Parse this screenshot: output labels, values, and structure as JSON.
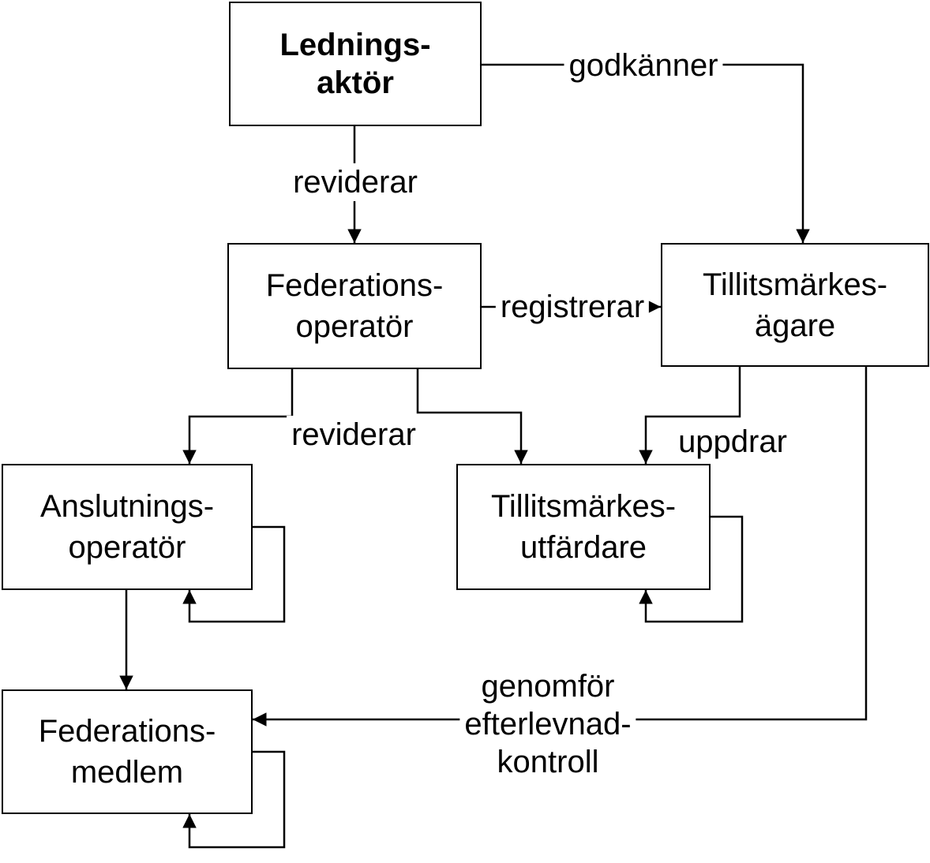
{
  "diagram": {
    "title": "Federation roles diagram",
    "colors": {
      "line": "#000000",
      "background": "#ffffff",
      "box_fill": "#ffffff",
      "text": "#000000"
    },
    "nodes": {
      "ledningsaktor": {
        "label": "Lednings-\naktör"
      },
      "federationsoperator": {
        "label": "Federations-\noperatör"
      },
      "tillitsmarkesagare": {
        "label": "Tillitsmärkes-\nägare"
      },
      "anslutningsoperator": {
        "label": "Anslutnings-\noperatör"
      },
      "tillitsmarkesutfardare": {
        "label": "Tillitsmärkes-\nutfärdare"
      },
      "federationsmedlem": {
        "label": "Federations-\nmedlem"
      }
    },
    "edge_labels": {
      "godkanner": "godkänner",
      "reviderar_top": "reviderar",
      "registrerar": "registrerar",
      "reviderar_mid": "reviderar",
      "uppdrar": "uppdrar",
      "genomfor_efterlevnadkontroll": "genomför\nefterlevnad-\nkontroll"
    }
  }
}
